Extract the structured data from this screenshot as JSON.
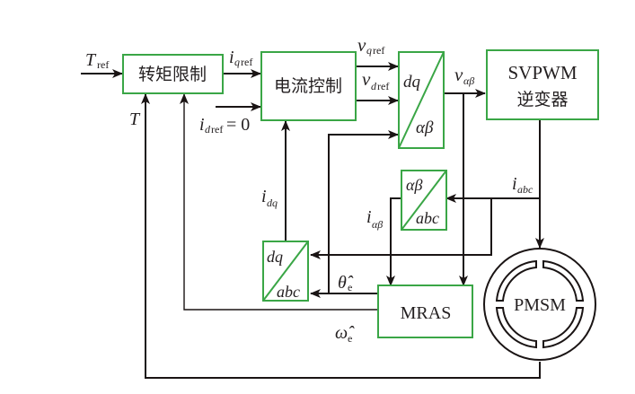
{
  "blocks": {
    "torque_limit": "转矩限制",
    "current_control": "电流控制",
    "svpwm_line1": "SVPWM",
    "svpwm_line2": "逆变器",
    "mras": "MRAS",
    "pmsm": "PMSM",
    "park_inv_top": "dq",
    "park_inv_bottom": "αβ",
    "clarke_top": "αβ",
    "clarke_bottom": "abc",
    "park_top": "dq",
    "park_bottom": "abc"
  },
  "signals": {
    "t_ref_main": "T",
    "t_ref_sub": "ref",
    "t_fb": "T",
    "iq_ref_main": "i",
    "iq_ref_sub_i": "q",
    "iq_ref_sub": "ref",
    "id_ref_main": "i",
    "id_ref_sub_i": "d",
    "id_ref_sub": "ref",
    "id_ref_value": " = 0",
    "vq_ref_main": "v",
    "vq_ref_sub_i": "q",
    "vq_ref_sub": "ref",
    "vd_ref_main": "v",
    "vd_ref_sub_i": "d",
    "vd_ref_sub": "ref",
    "v_ab_main": "v",
    "v_ab_sub": "αβ",
    "i_abc_main": "i",
    "i_abc_sub": "abc",
    "i_ab_main": "i",
    "i_ab_sub": "αβ",
    "i_dq_main": "i",
    "i_dq_sub": "dq",
    "theta_main": "θ̂",
    "theta_sub": "e",
    "omega_main": "ω̂",
    "omega_sub": "e"
  },
  "colors": {
    "block_border": "#3aa646",
    "line": "#1a1414"
  }
}
